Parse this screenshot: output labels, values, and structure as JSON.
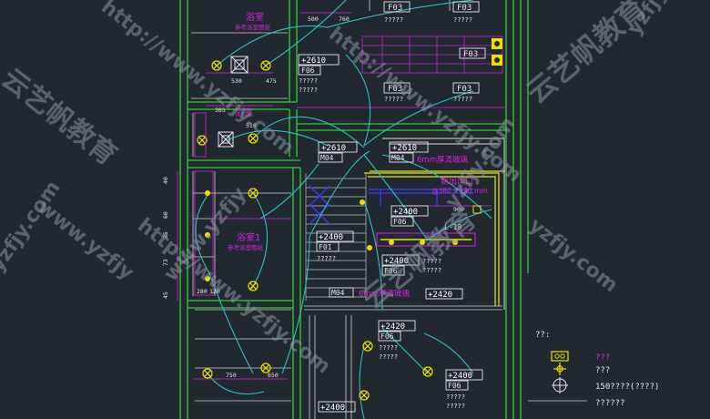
{
  "drawing": {
    "colors": {
      "background": "#212830",
      "wall": "#2bd12b",
      "yellow_wall": "#e5e51a",
      "magenta": "#e21ee2",
      "cyan": "#26c4c4",
      "white": "#e6e6e6",
      "blue": "#3a3aff",
      "lamp": "#f0e000",
      "watermark": "#8894a0"
    },
    "rooms": {
      "bath_top": "浴室",
      "bath_top_note": "参考浴室图纸",
      "bath_1": "浴室1",
      "bath_1_note": "参考浴室图纸",
      "outlet": "新出风口",
      "outlet_note": "@380 * 180 mm",
      "glass_1": "6mm厚清玻璃",
      "glass_2": "6mm厚清玻璃"
    },
    "tags": {
      "f03_a": "F03",
      "f03_b": "F03",
      "f03_c": "F03",
      "f03_d": "F03",
      "f03_e": "F03",
      "f06_a": "F06",
      "f06_b": "F06",
      "f06_c": "F06",
      "f06_d": "F06",
      "f06_e": "F06",
      "f01": "F01",
      "m04_a": "M04",
      "m04_b": "M04",
      "m04_c": "M04",
      "l18": "L-18"
    },
    "elevations": {
      "e2610_a": "+2610",
      "e2610_b": "+2610",
      "e2610_c": "+2610",
      "e2400_a": "+2400",
      "e2400_b": "+2400",
      "e2400_c": "+2400",
      "e2420_a": "+2420",
      "e2420_b": "+2420",
      "e2400_d": "+2400",
      "e2400_e": "+2400"
    },
    "qmarks": {
      "short": "?????",
      "long": "??????"
    },
    "dims": {
      "d500": "500",
      "d760": "760",
      "d530": "530",
      "d475": "475",
      "d365": "365",
      "d510": "510",
      "d900": "900",
      "d750": "750",
      "d650": "650",
      "d280": "280",
      "d120": "120",
      "v40": "40",
      "v60": "60",
      "v35": "35",
      "v73": "73",
      "v45": "45"
    },
    "legend": {
      "title": "??:",
      "item1": "???",
      "item2": "???",
      "item3": "150????(????)",
      "item4": "??????"
    },
    "watermarks": {
      "url": "http://www.yzfjy.com",
      "url_short": "yzfjy.com",
      "url_mid": "www.yzfjy",
      "brand": "云艺帆教育"
    }
  }
}
